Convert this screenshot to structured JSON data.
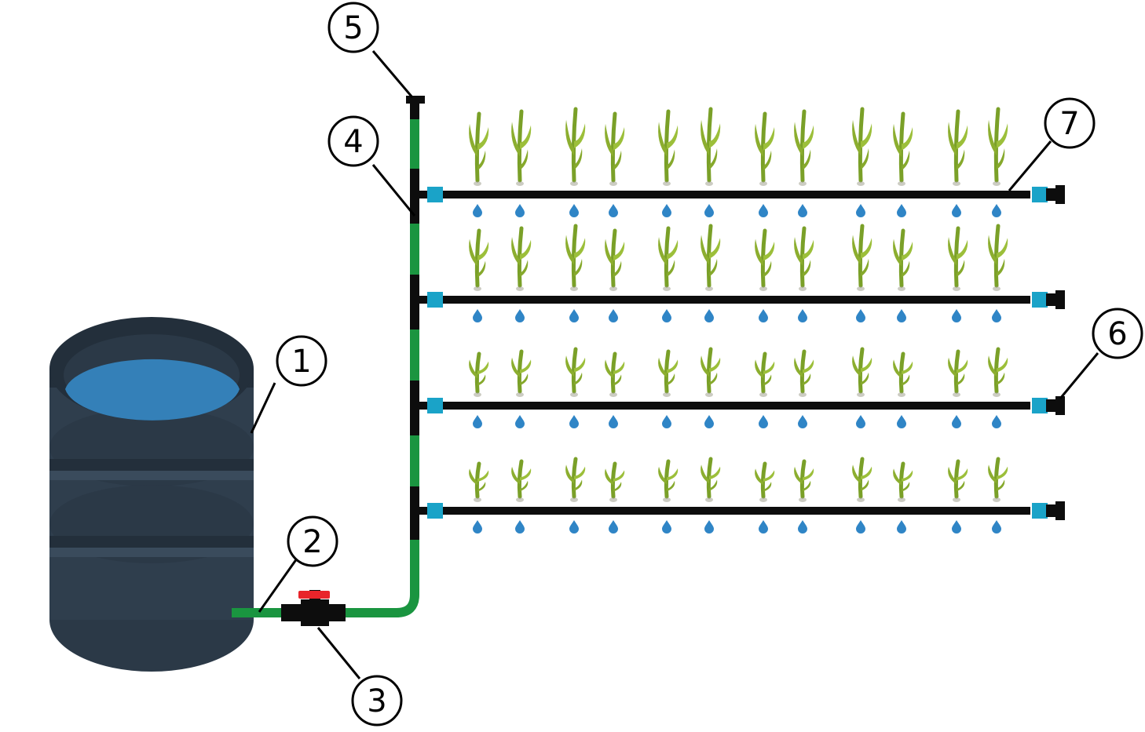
{
  "callouts": [
    {
      "id": "barrel",
      "label": "1"
    },
    {
      "id": "outlet-pipe",
      "label": "2"
    },
    {
      "id": "valve",
      "label": "3"
    },
    {
      "id": "main-line",
      "label": "4"
    },
    {
      "id": "flush-cap",
      "label": "5"
    },
    {
      "id": "end-cap",
      "label": "6"
    },
    {
      "id": "drip-line",
      "label": "7"
    }
  ],
  "colors": {
    "barrel_dark": "#2b3947",
    "barrel_band": "#232f3b",
    "water": "#3480b8",
    "pipe_green": "#1a9540",
    "pipe_black": "#0d0d0d",
    "connector": "#1aa3c8",
    "valve_handle": "#e8242a",
    "plant": "#8cae2f",
    "drop": "#2f85c6"
  },
  "layout": {
    "lateral_rows": 4,
    "plants_per_row": 12,
    "emitters_per_row": 12
  }
}
